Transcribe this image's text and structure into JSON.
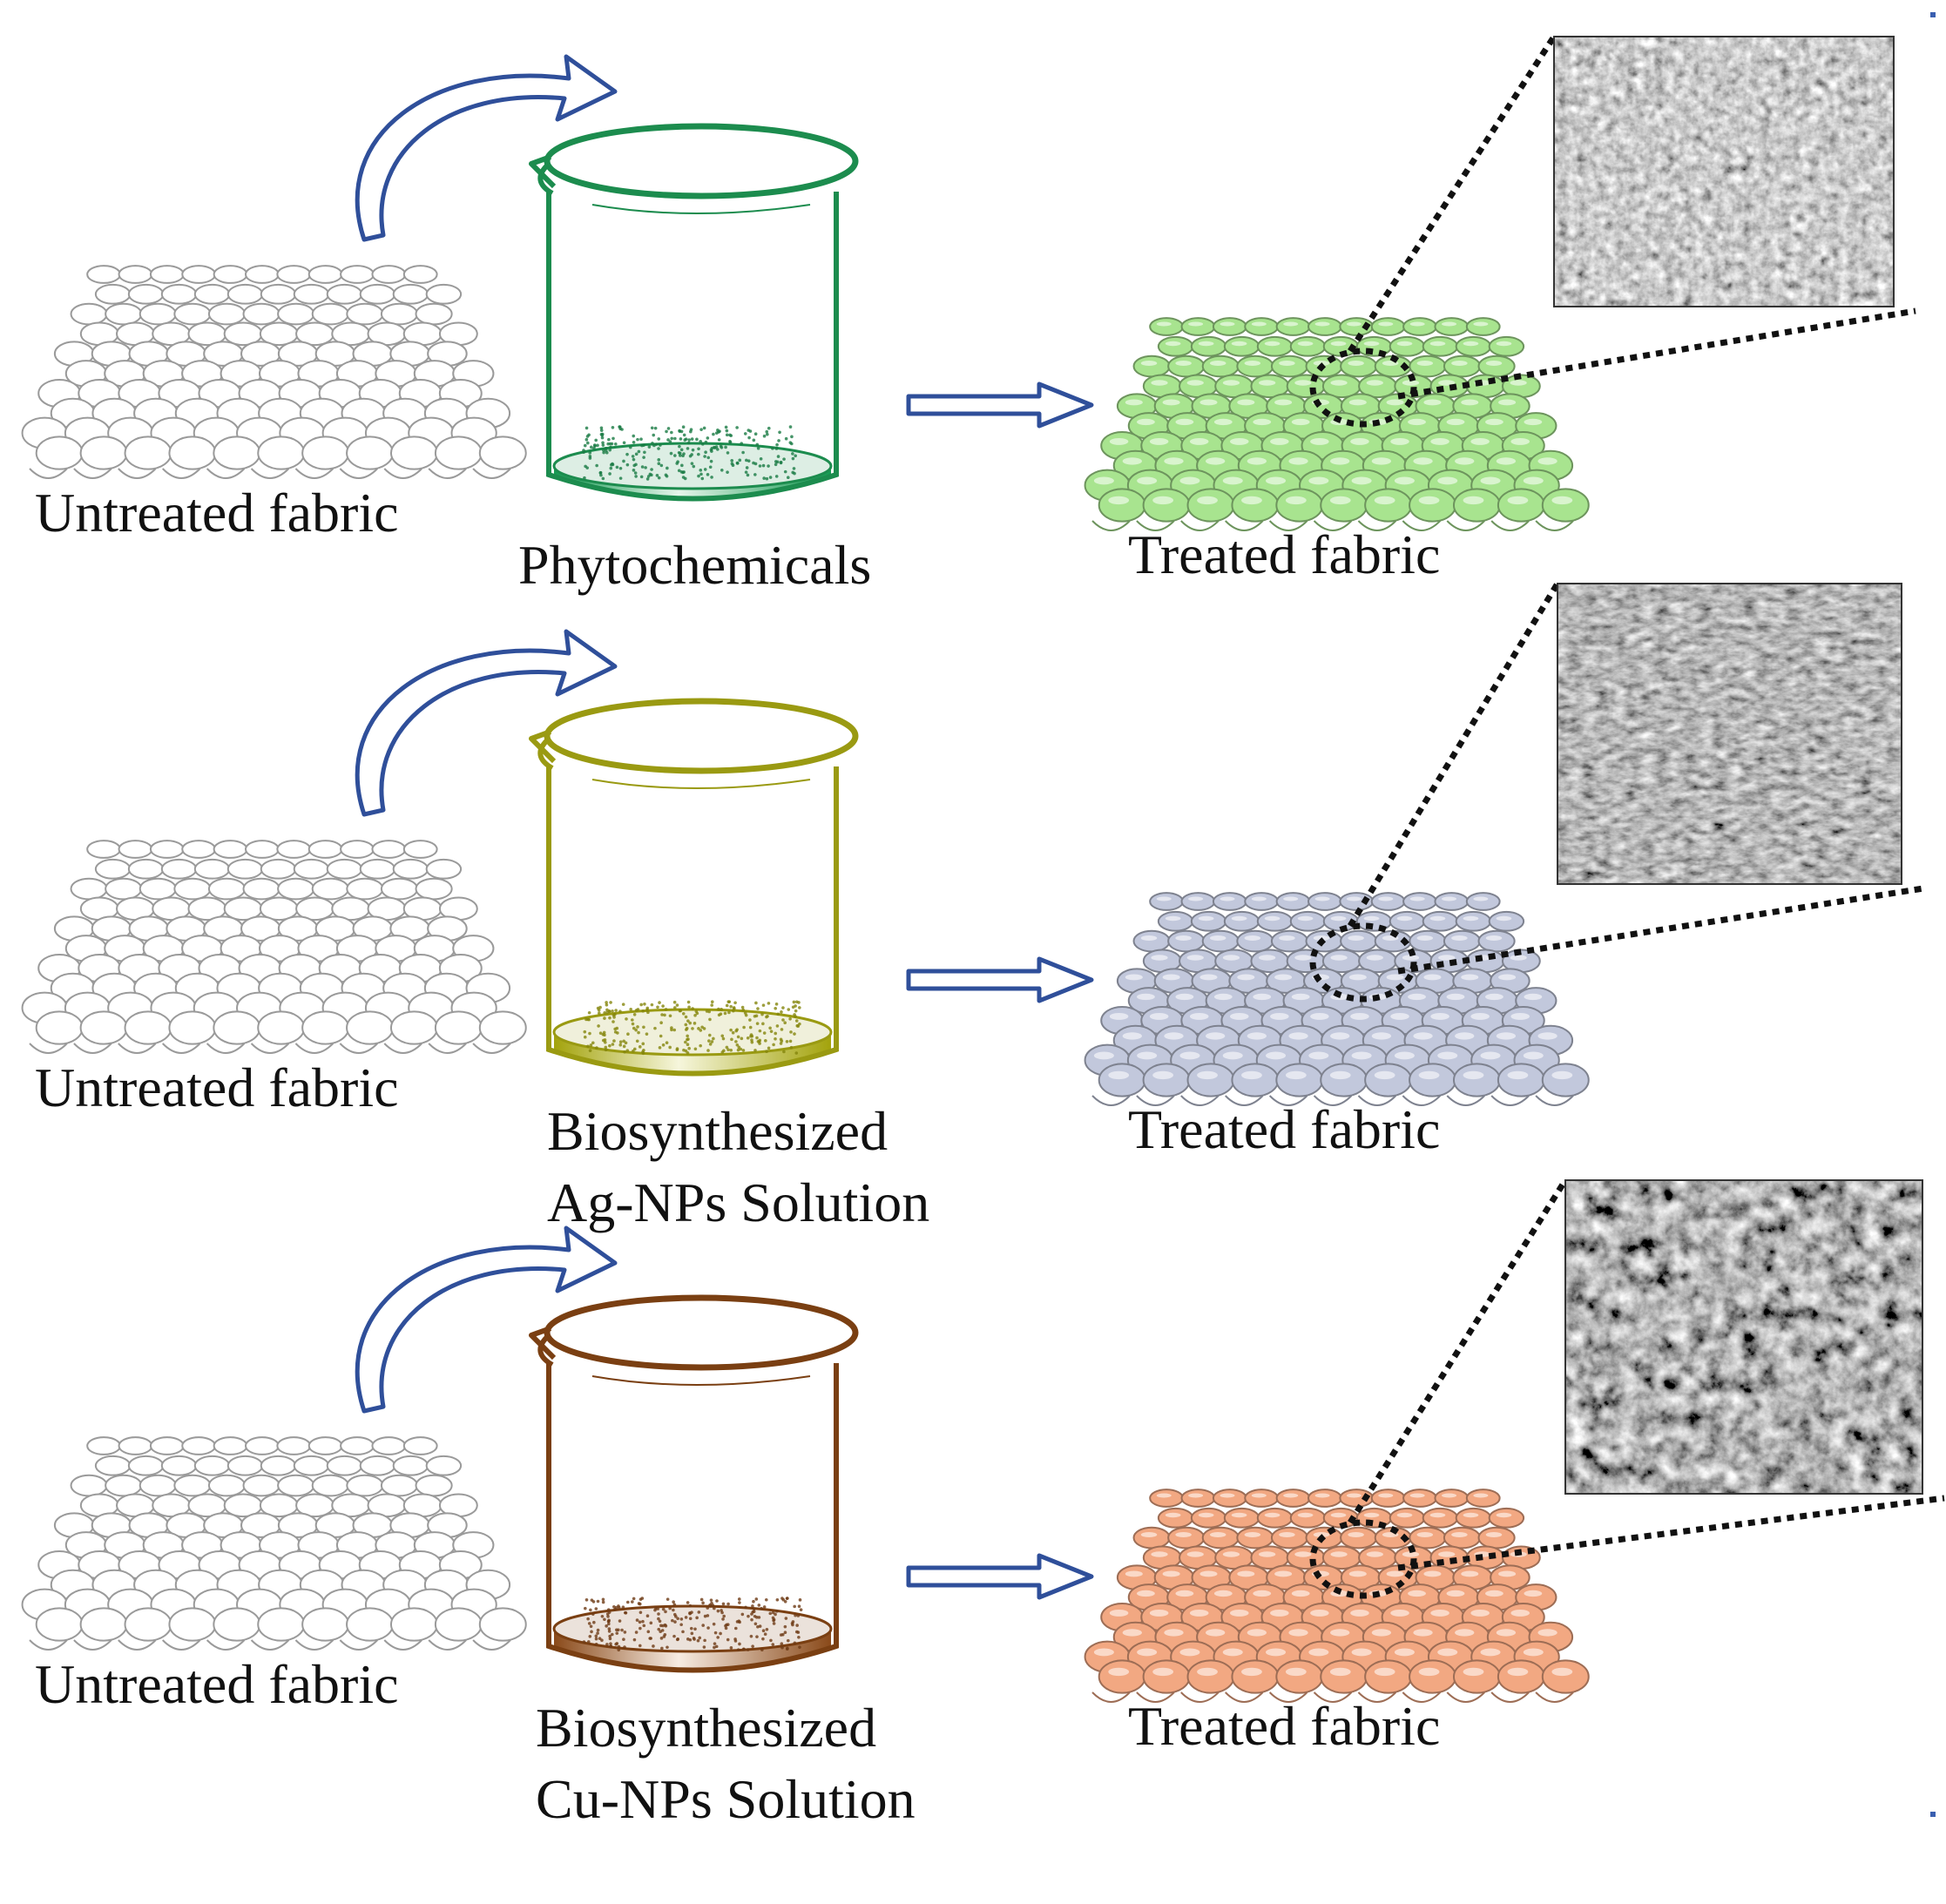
{
  "colors": {
    "arrow_blue": "#2f4f9a",
    "fabric_untreated": "#ffffff",
    "dotted": "#111111"
  },
  "rows": [
    {
      "untreated_label": "Untreated fabric",
      "solution_label": [
        "Phytochemicals"
      ],
      "treated_label": "Treated fabric",
      "beaker_color": "#1c8c4e",
      "liquid_color": "#1f9a55",
      "treated_fabric_color": "#a8e48f",
      "sem_tone": "light"
    },
    {
      "untreated_label": "Untreated fabric",
      "solution_label": [
        "Biosynthesized",
        "Ag-NPs Solution"
      ],
      "treated_label": "Treated fabric",
      "beaker_color": "#9a9a12",
      "liquid_color": "#a5a80f",
      "treated_fabric_color": "#c2c8dc",
      "sem_tone": "medium"
    },
    {
      "untreated_label": "Untreated fabric",
      "solution_label": [
        "Biosynthesized",
        "Cu-NPs Solution"
      ],
      "treated_label": "Treated fabric",
      "beaker_color": "#7a3f12",
      "liquid_color": "#8a4a1a",
      "treated_fabric_color": "#f2a882",
      "sem_tone": "dark"
    }
  ]
}
